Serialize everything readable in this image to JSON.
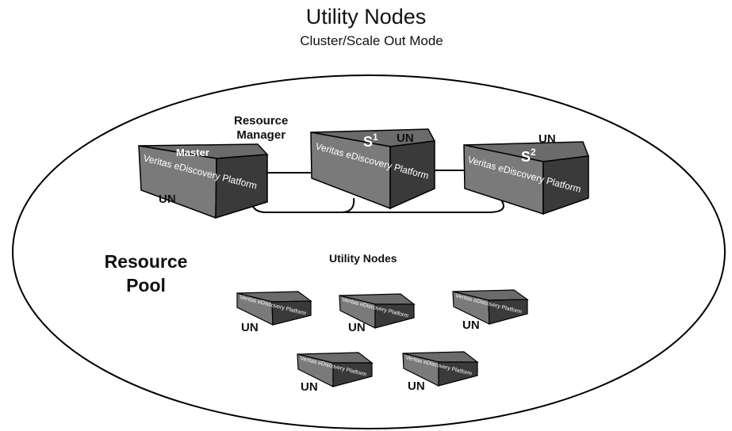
{
  "title": "Utility Nodes",
  "subtitle": "Cluster/Scale Out Mode",
  "resource_manager": [
    "Resource",
    "Manager"
  ],
  "resource_pool": [
    "Resource",
    "Pool"
  ],
  "utility_nodes_label": "Utility Nodes",
  "platform_text": "Veritas eDiscovery Platform",
  "master_label": "Master",
  "s1": {
    "base": "S",
    "sup": "1"
  },
  "s2": {
    "base": "S",
    "sup": "2"
  },
  "un_label": "UN",
  "colors": {
    "box_top": "#6e6e6e",
    "box_front": "#7a7a7a",
    "box_side": "#3a3a3a",
    "outline": "#000000"
  }
}
